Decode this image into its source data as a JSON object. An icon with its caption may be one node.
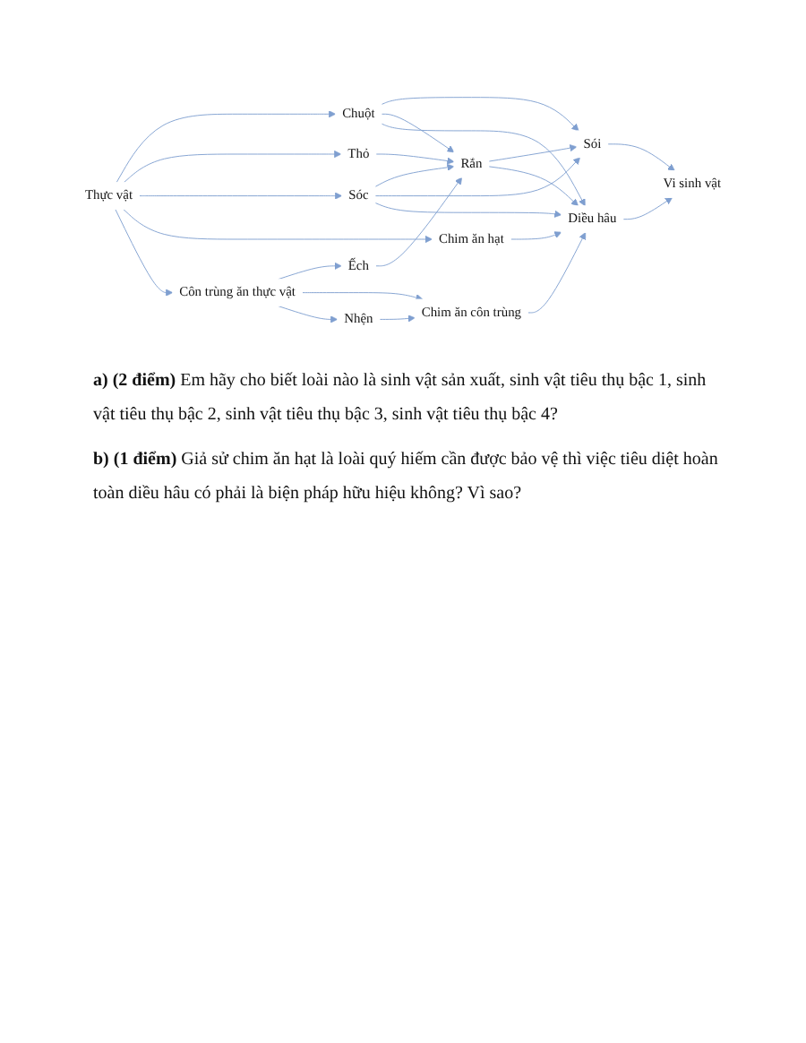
{
  "diagram": {
    "nodes": [
      {
        "text": [
          "Thực vật"
        ]
      },
      {
        "text": [
          "Chuột"
        ]
      },
      {
        "text": [
          "Thỏ"
        ]
      },
      {
        "text": [
          "Sóc"
        ]
      },
      {
        "text": [
          "Chim ăn hạt"
        ]
      },
      {
        "text": [
          "Côn trùng ăn thực vật"
        ]
      },
      {
        "text": [
          "Rắn"
        ]
      },
      {
        "text": [
          "Sói"
        ]
      },
      {
        "text": [
          "Diều hâu"
        ]
      },
      {
        "text": [
          "Vi sinh vật"
        ]
      },
      {
        "text": [
          "Ếch"
        ]
      },
      {
        "text": [
          "Chim ăn côn trùng"
        ]
      },
      {
        "text": [
          "Nhện"
        ]
      }
    ],
    "edges": [
      {
        "from": 0,
        "to": 1,
        "arrow": "to"
      },
      {
        "from": 0,
        "to": 2,
        "arrow": "to"
      },
      {
        "from": 0,
        "to": 3,
        "arrow": "to"
      },
      {
        "from": 0,
        "to": 4,
        "arrow": "to"
      },
      {
        "from": 0,
        "to": 5,
        "arrow": "to"
      },
      {
        "from": 1,
        "to": 7,
        "arrow": "to"
      },
      {
        "from": 1,
        "to": 6,
        "arrow": "to"
      },
      {
        "from": 1,
        "to": 8,
        "arrow": "to"
      },
      {
        "from": 2,
        "to": 6,
        "arrow": "to"
      },
      {
        "from": 3,
        "to": 6,
        "arrow": "to"
      },
      {
        "from": 3,
        "to": 7,
        "arrow": "to"
      },
      {
        "from": 3,
        "to": 8,
        "arrow": "to"
      },
      {
        "from": 4,
        "to": 8,
        "arrow": "to"
      },
      {
        "from": 6,
        "to": 7,
        "arrow": "to"
      },
      {
        "from": 6,
        "to": 8,
        "arrow": "to"
      },
      {
        "from": 10,
        "to": 6,
        "arrow": "to"
      },
      {
        "from": 5,
        "to": 10,
        "arrow": "to"
      },
      {
        "from": 5,
        "to": 11,
        "arrow": "to"
      },
      {
        "from": 5,
        "to": 12,
        "arrow": "to"
      },
      {
        "from": 12,
        "to": 11,
        "arrow": "to"
      },
      {
        "from": 11,
        "to": 8,
        "arrow": "to"
      },
      {
        "from": 7,
        "to": 9,
        "arrow": "to"
      },
      {
        "from": 8,
        "to": 9,
        "arrow": "to"
      }
    ],
    "labels": [
      "**a) (2 điểm)** Em hãy cho biết loài nào là sinh vật sản xuất, sinh vật tiêu thụ bậc 1, sinh vật tiêu thụ bậc 2, sinh vật tiêu thụ bậc 3, sinh vật tiêu thụ bậc 4?",
      "**b) (1 điểm)** Giả sử chim ăn hạt là loài quý hiếm cần được bảo vệ thì việc tiêu diệt hoàn toàn diều hâu có phải là biện pháp hữu hiệu không? Vì sao?"
    ]
  }
}
